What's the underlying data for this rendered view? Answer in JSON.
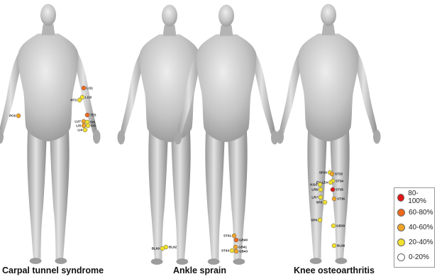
{
  "panels": [
    {
      "caption": "Carpal tunnel syndrome",
      "points": [
        {
          "label": "LI11",
          "level": "60-80%"
        },
        {
          "label": "LI10",
          "level": "20-40%"
        },
        {
          "label": "HT3",
          "level": "20-40%"
        },
        {
          "label": "PC6",
          "level": "40-60%"
        },
        {
          "label": "TE5",
          "level": "60-80%"
        },
        {
          "label": "LU7",
          "level": "40-60%"
        },
        {
          "label": "SI6",
          "level": "20-40%"
        },
        {
          "label": "LI5",
          "level": "40-60%"
        },
        {
          "label": "SI5",
          "level": "20-40%"
        },
        {
          "label": "LI4",
          "level": "20-40%"
        }
      ]
    },
    {
      "caption": "Ankle sprain",
      "points": [
        {
          "label": "BL62",
          "level": "20-40%"
        },
        {
          "label": "BL60",
          "level": "20-40%"
        },
        {
          "label": "ST41",
          "level": "40-60%"
        },
        {
          "label": "GB40",
          "level": "60-80%"
        },
        {
          "label": "GB41",
          "level": "40-60%"
        },
        {
          "label": "ST43",
          "level": "20-40%"
        },
        {
          "label": "GB43",
          "level": "40-60%"
        }
      ]
    },
    {
      "caption": "Knee osteoarthritis",
      "points": [
        {
          "label": "SP10",
          "level": "20-40%"
        },
        {
          "label": "ST33",
          "level": "40-60%"
        },
        {
          "label": "ST34",
          "level": "20-40%"
        },
        {
          "label": "EX-LE4",
          "level": "20-40%"
        },
        {
          "label": "KI10",
          "level": "20-40%"
        },
        {
          "label": "LR8",
          "level": "20-40%"
        },
        {
          "label": "ST35",
          "level": "80-100%"
        },
        {
          "label": "LR7",
          "level": "20-40%"
        },
        {
          "label": "ST36",
          "level": "40-60%"
        },
        {
          "label": "SP9",
          "level": "20-40%"
        },
        {
          "label": "SP6",
          "level": "20-40%"
        },
        {
          "label": "GB39",
          "level": "20-40%"
        },
        {
          "label": "BL66",
          "level": "20-40%"
        }
      ]
    }
  ],
  "legend": [
    {
      "label": "80-100%",
      "color": "#e01616"
    },
    {
      "label": "60-80%",
      "color": "#ef6a1c"
    },
    {
      "label": "40-60%",
      "color": "#f0a52a"
    },
    {
      "label": "20-40%",
      "color": "#f2e12e"
    },
    {
      "label": "0-20%",
      "color": "#ffffff"
    }
  ]
}
